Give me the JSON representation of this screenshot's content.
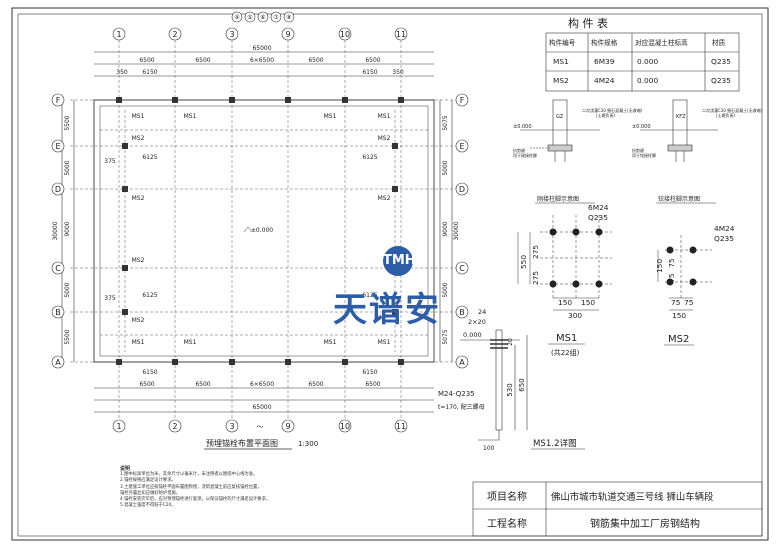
{
  "plan": {
    "title": "预埋锚栓布置平面图",
    "scale": "1:300",
    "overall_width": "65000",
    "overall_depth": "30000",
    "bays_top": [
      "6500",
      "6500",
      "6×6500",
      "6500",
      "6500"
    ],
    "end_bays": [
      "6150",
      "6150"
    ],
    "gable_bays": [
      "6125",
      "6125",
      "6125",
      "6125"
    ],
    "axis_cols": [
      "1",
      "2",
      "3",
      "9",
      "10",
      "11"
    ],
    "axis_range_top": [
      "④",
      "⑤",
      "⑥",
      "⑦",
      "⑧"
    ],
    "axis_range_bottom": [
      "3",
      "～",
      "9"
    ],
    "axis_rows": [
      "F",
      "E",
      "D",
      "C",
      "B",
      "A"
    ],
    "row_dims_left": [
      "5500",
      "5000",
      "9000",
      "5000",
      "5500"
    ],
    "row_dims_right": [
      "5075",
      "5000",
      "9000",
      "5000",
      "5075"
    ],
    "gable_offset": "375",
    "edge_dims": [
      "350",
      "350"
    ],
    "elevation_mark": "±0.000",
    "labels": [
      "MS1",
      "MS2"
    ]
  },
  "table": {
    "title": "构 件 表",
    "headers": [
      "构件编号",
      "构件规格",
      "对应混凝土柱标高",
      "材质"
    ],
    "rows": [
      [
        "MS1",
        "6M39",
        "0.000",
        "Q235"
      ],
      [
        "MS2",
        "4M24",
        "0.000",
        "Q235"
      ]
    ]
  },
  "details": {
    "left_caption": "刚接柱脚示意图",
    "right_caption": "铰接柱脚示意图",
    "left_col": "GZ",
    "right_col": "KFZ",
    "grout_note": "二次浇灌C30 细石混凝土(无收缩)",
    "grout_sub": "(土建负责)",
    "zero": "±0.000",
    "shear_note_left": "抗剪键",
    "shear_note_left2": "用于刚接柱脚",
    "shear_note_right": "抗剪键",
    "shear_note_right2": "用于铰接柱脚"
  },
  "ms1": {
    "spec": "6M24",
    "mat": "Q235",
    "dims_v": [
      "275",
      "275",
      "550"
    ],
    "dims_h": [
      "150",
      "150",
      "300"
    ],
    "title": "MS1",
    "sub": "(共22组)"
  },
  "ms2": {
    "spec": "4M24",
    "mat": "Q235",
    "dims_v": [
      "75",
      "75",
      "150"
    ],
    "dims_h": [
      "75",
      "75",
      "150"
    ],
    "title": "MS2"
  },
  "bolt": {
    "zero": "0.000",
    "top_dims": [
      "24",
      "2×20"
    ],
    "spec": "M24-Q235",
    "note": "t=170, 配三螺母",
    "dims": [
      "530",
      "650",
      "20"
    ],
    "bottom": "100",
    "title": "MS1.2详图"
  },
  "notes": {
    "heading": "说明",
    "lines": [
      "1.图中标高单位为米，其余尺寸以毫米计，未注明者以图纸中心线为准。",
      "2.锚栓规格应满足设计要求。",
      "3.土建施工单位应按锚栓平面布置图预埋，浇筑混凝土前应复核锚栓位置，",
      "  锚栓外露丝扣应做好防护措施。",
      "4.锚栓安装完毕后，应对预埋锚栓进行复测，以保证锚栓的尺寸满足设计要求。",
      "5.混凝土强度不得低于C20。"
    ]
  },
  "title_block": {
    "project_label": "项目名称",
    "project_value": "佛山市城市轨道交通三号线 狮山车辆段",
    "work_label": "工程名称",
    "work_value": "钢筋集中加工厂房钢结构"
  },
  "watermark": {
    "logo": "TMH",
    "text": "天谱安"
  }
}
